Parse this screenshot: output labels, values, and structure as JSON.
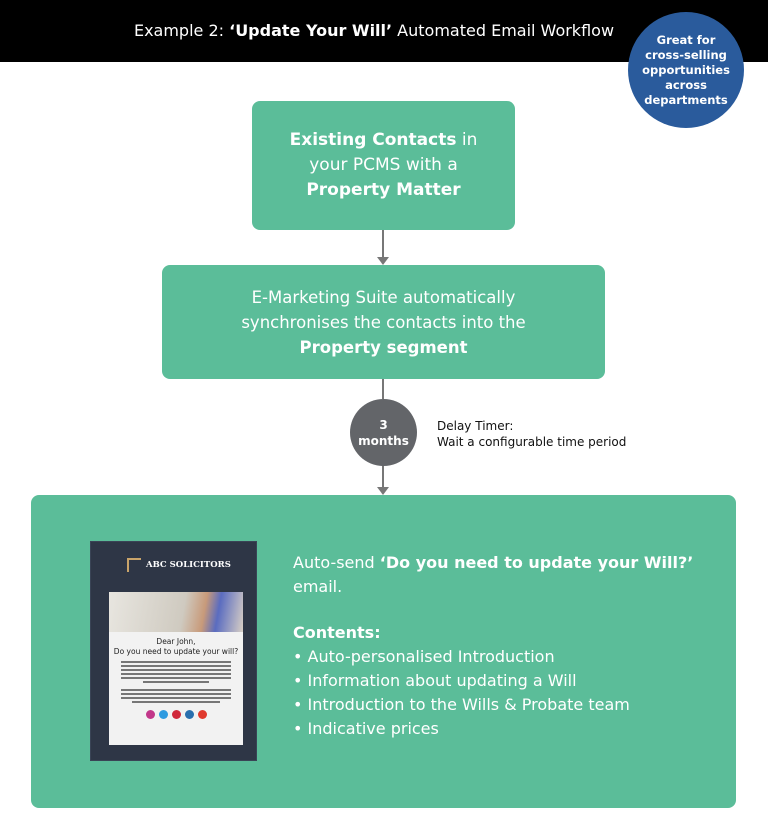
{
  "header": {
    "prefix": "Example 2: ",
    "title": "‘Update Your Will’",
    "suffix": " Automated Email Workflow"
  },
  "badge": {
    "text": "Great for cross-selling opportunities across departments",
    "color": "#2a5b9c"
  },
  "step1": {
    "bold1": "Existing Contacts",
    "t1": " in your PCMS with a ",
    "bold2": "Property Matter"
  },
  "step2": {
    "t1": "E-Marketing Suite automatically synchronises the contacts into the ",
    "bold": "Property segment"
  },
  "delay": {
    "num": "3",
    "unit": "months",
    "title": "Delay Timer:",
    "desc": "Wait a configurable time period"
  },
  "email_preview": {
    "brand": "ABC SOLICITORS",
    "greeting": "Dear John,",
    "question": "Do you need to update your will?",
    "socials": [
      "instagram",
      "twitter",
      "pinterest",
      "linkedin",
      "youtube"
    ]
  },
  "action": {
    "prefix": "Auto-send ",
    "subject": "‘Do you need to update your Will?’",
    "suffix": " email.",
    "contents_label": "Contents:",
    "items": [
      "• Auto-personalised Introduction",
      "• Information about updating a Will",
      "• Introduction to the Wills & Probate team",
      "• Indicative prices"
    ]
  },
  "colors": {
    "green": "#5bbd99",
    "grey": "#636569"
  }
}
